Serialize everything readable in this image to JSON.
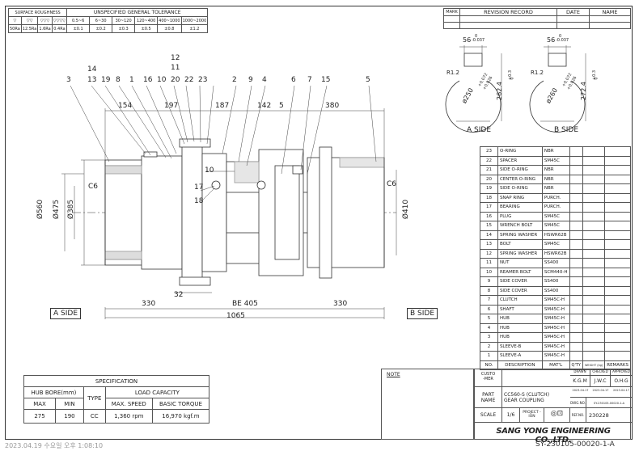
{
  "roughness": {
    "title": "SURFACE ROUGHNESS",
    "symbols": [
      "▽",
      "▽▽",
      "▽▽▽",
      "▽▽▽▽"
    ],
    "values": [
      "50Ra",
      "12.5Ra",
      "1.6Ra",
      "0.4Ra"
    ]
  },
  "tolerance": {
    "title": "UNSPECIFIED GENERAL TOLERANCE",
    "ranges": [
      "0.5~6",
      "6~30",
      "30~120",
      "120~400",
      "400~1000",
      "1000~2000"
    ],
    "values": [
      "±0.1",
      "±0.2",
      "±0.3",
      "±0.5",
      "±0.8",
      "±1.2"
    ]
  },
  "revision": {
    "mark": "MARK",
    "record": "REVISION RECORD",
    "date": "DATE",
    "name": "NAME"
  },
  "balloons": {
    "top_row": [
      "3",
      "13",
      "19",
      "8",
      "1",
      "16",
      "10",
      "20",
      "22",
      "23",
      "2",
      "9",
      "4",
      "6",
      "7",
      "15",
      "5"
    ],
    "extra_top": [
      "14",
      "12",
      "11"
    ],
    "lower": [
      "17",
      "18"
    ]
  },
  "dims": {
    "d154": "154",
    "d197": "197",
    "d187": "187",
    "d142": "142",
    "d5": "5",
    "d380": "380",
    "d10": "10",
    "d32": "32",
    "d330a": "330",
    "be405": "BE 405",
    "d330b": "330",
    "d1065": "1065",
    "phi560": "Ø560",
    "phi475": "Ø475",
    "phi385": "Ø385",
    "phi410": "Ø410",
    "c6a": "C6",
    "c6b": "C6"
  },
  "side_labels": {
    "a": "A SIDE",
    "b": "B SIDE"
  },
  "a_section": {
    "top_dim": "56",
    "top_tol_upper": "0",
    "top_tol_lower": "-0.037",
    "chamfer": "R1.2",
    "bore": "ø250",
    "bore_tol_upper": "+0.072",
    "bore_tol_lower": "+0.026",
    "height": "262.4",
    "height_tol_upper": "+0.3",
    "height_tol_lower": "0",
    "label": "A SIDE"
  },
  "b_section": {
    "top_dim": "56",
    "top_tol_upper": "0",
    "top_tol_lower": "-0.037",
    "chamfer": "R1.2",
    "bore": "ø260",
    "bore_tol_upper": "+0.072",
    "bore_tol_lower": "+0.026",
    "height": "272.4",
    "height_tol_upper": "+0.3",
    "height_tol_lower": "0",
    "label": "B SIDE"
  },
  "bom": {
    "rows": [
      {
        "no": "23",
        "desc": "O-RING",
        "mat": "NBR"
      },
      {
        "no": "22",
        "desc": "SPACER",
        "mat": "SM45C"
      },
      {
        "no": "21",
        "desc": "SIDE O-RING",
        "mat": "NBR"
      },
      {
        "no": "20",
        "desc": "CENTER O-RING",
        "mat": "NBR"
      },
      {
        "no": "19",
        "desc": "SIDE O-RING",
        "mat": "NBR"
      },
      {
        "no": "18",
        "desc": "SNAP RING",
        "mat": "PURCH."
      },
      {
        "no": "17",
        "desc": "BEARING",
        "mat": "PURCH."
      },
      {
        "no": "16",
        "desc": "PLUG",
        "mat": "SM45C"
      },
      {
        "no": "15",
        "desc": "WRENCH BOLT",
        "mat": "SM45C"
      },
      {
        "no": "14",
        "desc": "SPRING WASHER",
        "mat": "HSWR62B"
      },
      {
        "no": "13",
        "desc": "BOLT",
        "mat": "SM45C"
      },
      {
        "no": "12",
        "desc": "SPRING WASHER",
        "mat": "HSWR62B"
      },
      {
        "no": "11",
        "desc": "NUT",
        "mat": "SS400"
      },
      {
        "no": "10",
        "desc": "REAMER BOLT",
        "mat": "SCM440-H"
      },
      {
        "no": "9",
        "desc": "SIDE COVER",
        "mat": "SS400"
      },
      {
        "no": "8",
        "desc": "SIDE COVER",
        "mat": "SS400"
      },
      {
        "no": "7",
        "desc": "CLUTCH",
        "mat": "SM45C-H"
      },
      {
        "no": "6",
        "desc": "SHAFT",
        "mat": "SM45C-H"
      },
      {
        "no": "5",
        "desc": "HUB",
        "mat": "SM45C-H"
      },
      {
        "no": "4",
        "desc": "HUB",
        "mat": "SM45C-H"
      },
      {
        "no": "3",
        "desc": "HUB",
        "mat": "SM45C-H"
      },
      {
        "no": "2",
        "desc": "SLEEVE-B",
        "mat": "SM45C-H"
      },
      {
        "no": "1",
        "desc": "SLEEVE-A",
        "mat": "SM45C-H"
      }
    ],
    "head_no": "NO.",
    "head_desc": "DESCRIPTION",
    "head_mat": "MAT'L",
    "head_qty": "Q'TY",
    "head_weight": "WEIGHT (kg)",
    "head_remarks": "REMARKS"
  },
  "spec": {
    "title": "SPECIFICATION",
    "hub_bore": "HUB BORE(mm)",
    "type": "TYPE",
    "load_capacity": "LOAD CAPACITY",
    "max": "MAX",
    "min": "MIN",
    "max_speed": "MAX. SPEED",
    "basic_torque": "BASIC TORQUE",
    "max_val": "275",
    "min_val": "190",
    "type_val": "CC",
    "speed_val": "1,360 rpm",
    "torque_val": "16,970 kgf.m"
  },
  "note": "NOTE",
  "title_block": {
    "customer": "CUSTO\n-MER",
    "drawn": "DRAWN",
    "checked": "CHECKED",
    "approved": "APPROVED",
    "drawn_by": "K.G.M",
    "checked_by": "J.W.C",
    "approved_by": "O.H.G",
    "drawn_date": "2023.04.17",
    "checked_date": "2023.04.17",
    "approved_date": "2023.04.17",
    "part_name_label": "PART NAME",
    "part_name_1": "CC560-S (CLUTCH)",
    "part_name_2": "GEAR COUPLING",
    "dwg_no_label": "DWG.NO.",
    "dwg_no": "SY-230105-00020-1-A",
    "scale_label": "SCALE",
    "scale": "1/6",
    "projection_label": "PROJECT -ION",
    "ref_no_label": "REF.NO.",
    "ref_no": "230228",
    "company": "SANG YONG ENGINEERING CO.,LTD."
  },
  "footer": {
    "timestamp": "2023.04.19 수요일 오후 1:08:10",
    "drawing_number": "SY-230105-00020-1-A"
  }
}
